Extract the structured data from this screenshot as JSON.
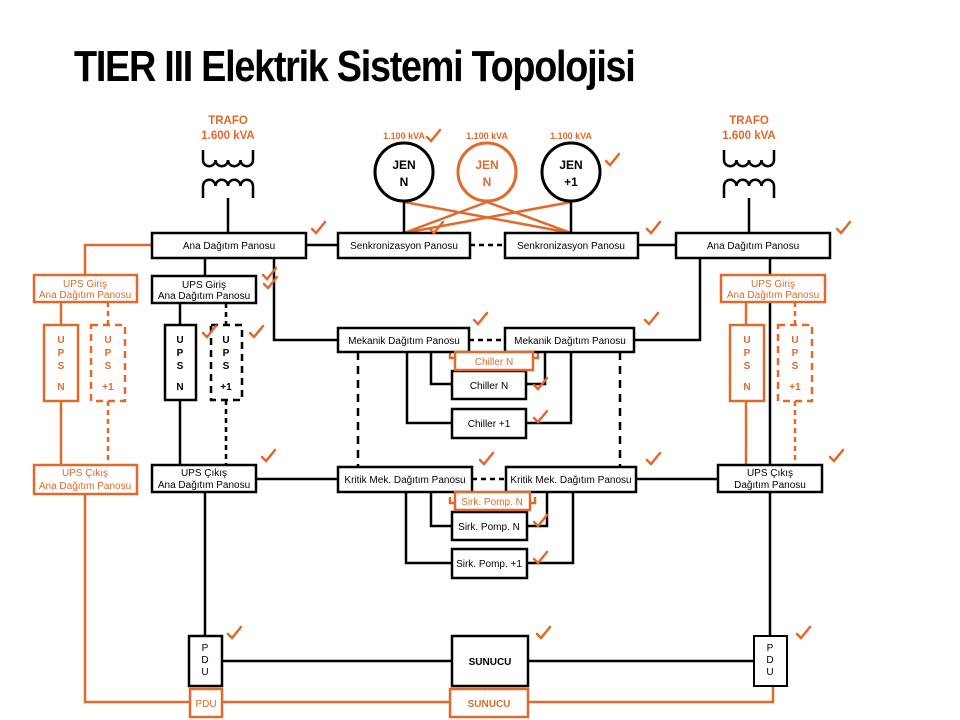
{
  "title": "TIER III Elektrik Sistemi Topolojisi",
  "colors": {
    "primary_path": "#000000",
    "redundant_path": "#e06a2b",
    "check": "#e06a2b"
  },
  "icons": {
    "check": "checkmark-icon",
    "transformer": "transformer-icon",
    "generator": "generator-icon"
  },
  "transformers": [
    {
      "label": "TRAFO",
      "rating": "1.600 kVA"
    },
    {
      "label": "TRAFO",
      "rating": "1.600 kVA"
    }
  ],
  "generators": [
    {
      "rating": "1.100 kVA",
      "line1": "JEN",
      "line2": "N",
      "style": "primary"
    },
    {
      "rating": "1.100 kVA",
      "line1": "JEN",
      "line2": "N",
      "style": "redundant"
    },
    {
      "rating": "1.100 kVA",
      "line1": "JEN",
      "line2": "+1",
      "style": "primary"
    }
  ],
  "panels": {
    "main_left": "Ana Dağıtım Panosu",
    "main_right": "Ana Dağıtım Panosu",
    "sync_left": "Senkronizasyon Panosu",
    "sync_right": "Senkronizasyon Panosu",
    "ups_in_left_orange": [
      "UPS Giriş",
      "Ana Dağıtım Panosu"
    ],
    "ups_in_left": [
      "UPS Giriş",
      "Ana Dağıtım Panosu"
    ],
    "ups_in_right_orange": [
      "UPS Giriş",
      "Ana Dağıtım Panosu"
    ],
    "mech_left": "Mekanik Dağıtım Panosu",
    "mech_right": "Mekanik Dağıtım Panosu",
    "ups_out_left_orange": [
      "UPS Çıkış",
      "Ana Dağıtım Panosu"
    ],
    "ups_out_left": [
      "UPS Çıkış",
      "Ana Dağıtım Panosu"
    ],
    "ups_out_right": [
      "UPS Çıkış",
      "Dağıtım Panosu"
    ],
    "crit_left": "Kritik Mek. Dağıtım Panosu",
    "crit_right": "Kritik Mek. Dağıtım Panosu"
  },
  "ups_units": [
    {
      "letters": [
        "U",
        "P",
        "S",
        "N"
      ],
      "style": "orange-solid"
    },
    {
      "letters": [
        "U",
        "P",
        "S",
        "+1"
      ],
      "style": "orange-dashed"
    },
    {
      "letters": [
        "U",
        "P",
        "S",
        "N"
      ],
      "style": "black-solid"
    },
    {
      "letters": [
        "U",
        "P",
        "S",
        "+1"
      ],
      "style": "black-dashed"
    },
    {
      "letters": [
        "U",
        "P",
        "S",
        "N"
      ],
      "style": "orange-solid"
    },
    {
      "letters": [
        "U",
        "P",
        "S",
        "+1"
      ],
      "style": "orange-dashed"
    }
  ],
  "chillers": {
    "orange": "Chiller N",
    "n": "Chiller N",
    "plus1": "Chiller +1"
  },
  "pumps": {
    "orange": "Sirk. Pomp. N",
    "n": "Sirk. Pomp. N",
    "plus1": "Sirk. Pomp. +1"
  },
  "pdu": {
    "vertical": [
      "P",
      "D",
      "U"
    ],
    "orange": "PDU"
  },
  "server": {
    "black": "SUNUCU",
    "orange": "SUNUCU"
  }
}
